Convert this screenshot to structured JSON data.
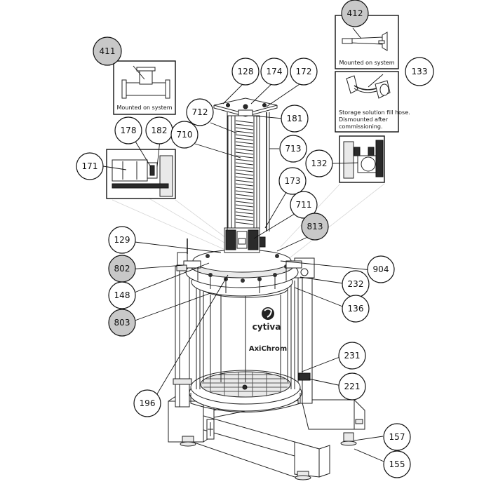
{
  "brand": {
    "name": "cytiva",
    "product": "AxiChrom"
  },
  "insets": {
    "tee": {
      "callout": "411",
      "caption": "Mounted on system"
    },
    "syringe": {
      "callout": "412",
      "caption": "Mounted on system"
    },
    "hose": {
      "callout": "133",
      "caption_lines": [
        "Storage solution fill hose.",
        "Dismounted after",
        "commissioning."
      ]
    }
  },
  "callouts": [
    {
      "id": "c128",
      "label": "128",
      "spare": false
    },
    {
      "id": "c174",
      "label": "174",
      "spare": false
    },
    {
      "id": "c172",
      "label": "172",
      "spare": false
    },
    {
      "id": "c712",
      "label": "712",
      "spare": false
    },
    {
      "id": "c181",
      "label": "181",
      "spare": false
    },
    {
      "id": "c178",
      "label": "178",
      "spare": false
    },
    {
      "id": "c182",
      "label": "182",
      "spare": false
    },
    {
      "id": "c710",
      "label": "710",
      "spare": false
    },
    {
      "id": "c713",
      "label": "713",
      "spare": false
    },
    {
      "id": "c171",
      "label": "171",
      "spare": false
    },
    {
      "id": "c132",
      "label": "132",
      "spare": false
    },
    {
      "id": "c173",
      "label": "173",
      "spare": false
    },
    {
      "id": "c711",
      "label": "711",
      "spare": false
    },
    {
      "id": "c813",
      "label": "813",
      "spare": true
    },
    {
      "id": "c129",
      "label": "129",
      "spare": false
    },
    {
      "id": "c802",
      "label": "802",
      "spare": true
    },
    {
      "id": "c904",
      "label": "904",
      "spare": false
    },
    {
      "id": "c148",
      "label": "148",
      "spare": false
    },
    {
      "id": "c232",
      "label": "232",
      "spare": false
    },
    {
      "id": "c136",
      "label": "136",
      "spare": false
    },
    {
      "id": "c803",
      "label": "803",
      "spare": true
    },
    {
      "id": "c231",
      "label": "231",
      "spare": false
    },
    {
      "id": "c221",
      "label": "221",
      "spare": false
    },
    {
      "id": "c196",
      "label": "196",
      "spare": false
    },
    {
      "id": "c157",
      "label": "157",
      "spare": false
    },
    {
      "id": "c155",
      "label": "155",
      "spare": false
    }
  ]
}
